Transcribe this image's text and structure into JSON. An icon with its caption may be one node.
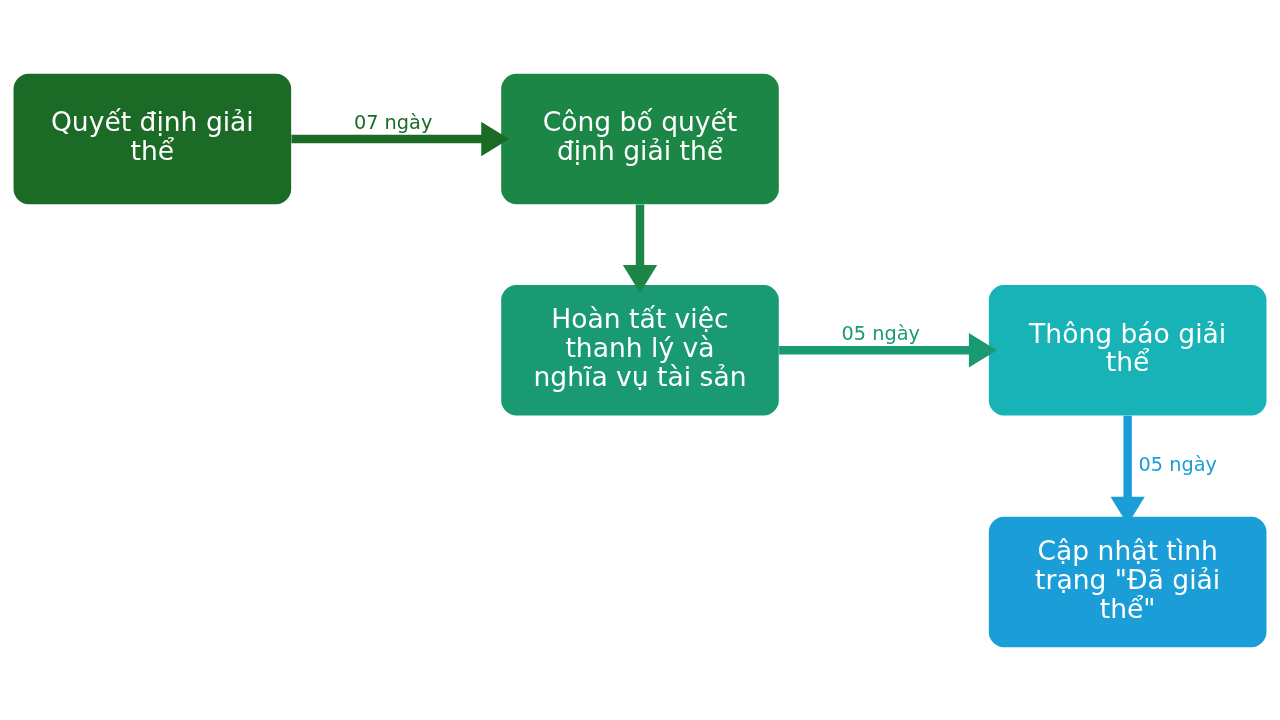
{
  "diagram": {
    "nodes": [
      {
        "text": [
          "Quyết định giải thể"
        ]
      },
      {
        "text": [
          "Công bố quyết định giải thể"
        ]
      },
      {
        "text": [
          "Hoàn tất việc thanh lý và nghĩa vụ tài sản"
        ]
      },
      {
        "text": [
          "Thông báo giải thể"
        ]
      },
      {
        "text": [
          "Cập nhật tình trạng \"Đã giải thể\""
        ]
      }
    ],
    "edges": [
      {
        "from": 0,
        "to": 1,
        "arrow": "to",
        "label": "07 ngày",
        "color": "#1b6b27"
      },
      {
        "from": 1,
        "to": 2,
        "arrow": "to",
        "color": "#1b8645"
      },
      {
        "from": 2,
        "to": 3,
        "arrow": "to",
        "label": "05 ngày",
        "color": "#1a9a72"
      },
      {
        "from": 3,
        "to": 4,
        "arrow": "to",
        "label": "05 ngày",
        "color": "#1b9ed8"
      }
    ]
  }
}
